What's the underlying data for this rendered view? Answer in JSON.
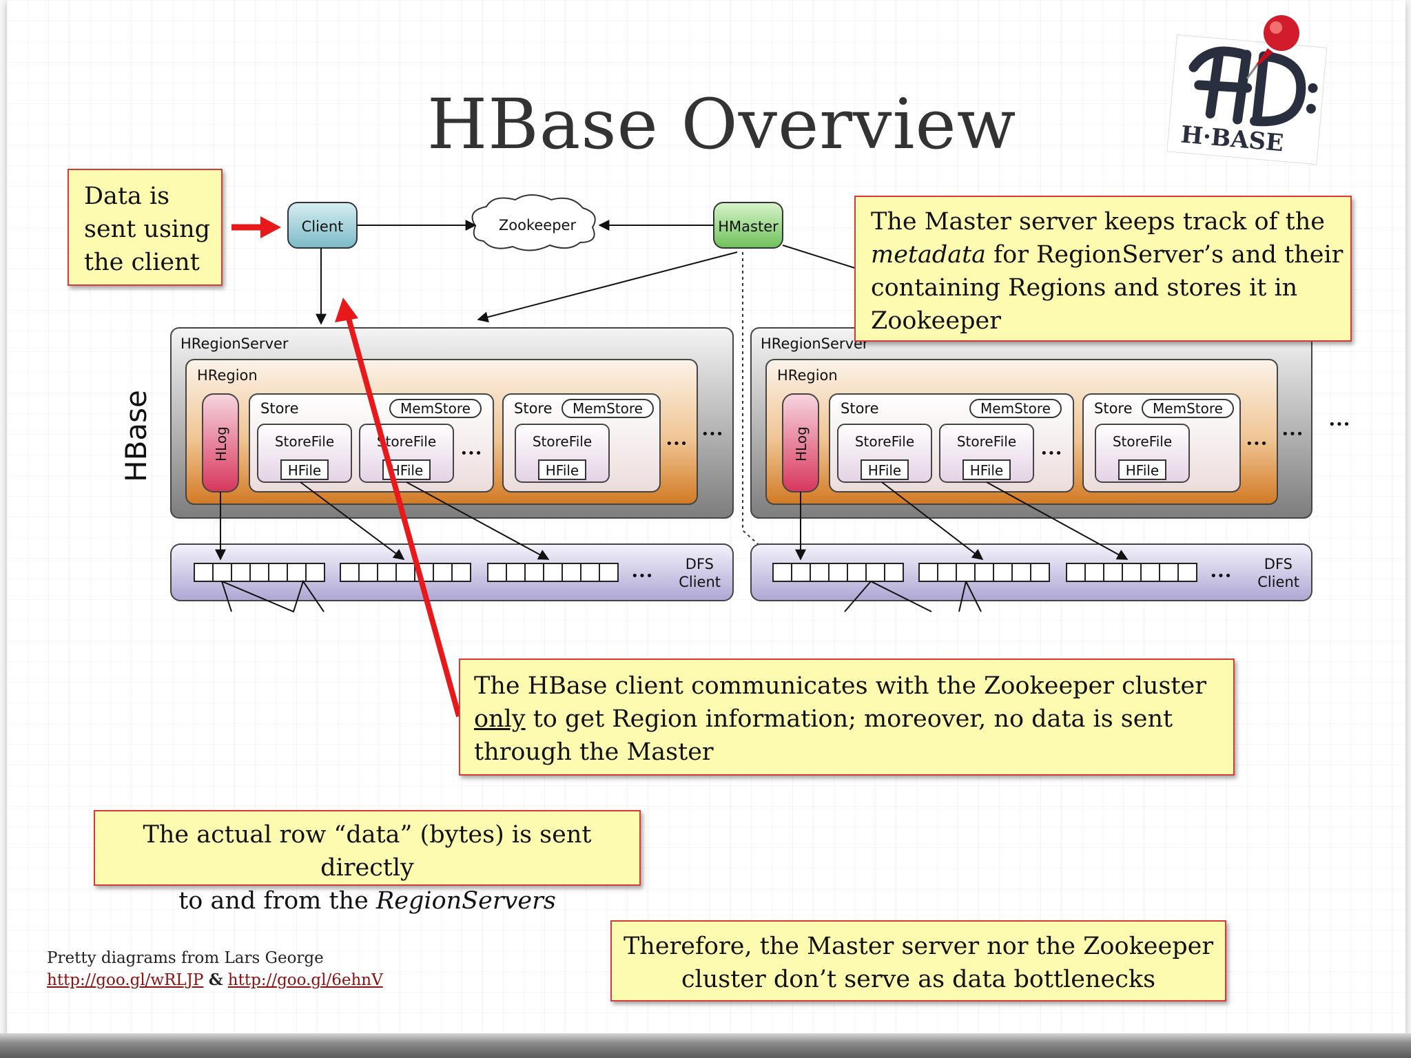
{
  "slide": {
    "title": "HBase Overview",
    "logo_text": "H·BASE",
    "credit_text": "Pretty diagrams from Lars George",
    "credit_link1": "http://goo.gl/wRLJP",
    "credit_amp": "&",
    "credit_link2": "http://goo.gl/6ehnV"
  },
  "notes": {
    "client": [
      "Data is",
      "sent using",
      "the client"
    ],
    "master": {
      "line1": "The Master server keeps track of the",
      "line2_em": "metadata",
      "line2_rest": " for RegionServer’s and their",
      "line3": "containing Regions and stores it in",
      "line4": "Zookeeper"
    },
    "zookeeper": {
      "line1": "The HBase client communicates with the Zookeeper cluster",
      "line2_u": "only",
      "line2_rest": " to get Region information; moreover, no data is sent",
      "line3": "through the Master"
    },
    "rowdata": {
      "line1": "The actual row “data” (bytes) is sent directly",
      "line2_pre": "to and from the ",
      "line2_em": "RegionServers"
    },
    "bottleneck": {
      "line1": "Therefore, the Master server nor the Zookeeper",
      "line2": "cluster don’t serve as data bottlenecks"
    }
  },
  "diagram": {
    "client": "Client",
    "zookeeper": "Zookeeper",
    "hmaster": "HMaster",
    "hbase": "HBase",
    "region_server": "HRegionServer",
    "region": "HRegion",
    "hlog": "HLog",
    "store": "Store",
    "memstore": "MemStore",
    "storefile": "StoreFile",
    "hfile": "HFile",
    "dfs_line1": "DFS",
    "dfs_line2": "Client",
    "ellipsis": "•••"
  },
  "colors": {
    "note_bg": "#fdfbb0",
    "note_border": "#d83a3a",
    "arrow_red": "#e8191a",
    "client_box": "#8fc8d3",
    "hmaster_box": "#8fd27a",
    "server_gray": "#8c8c8c",
    "region_orange": "#e08a30",
    "dfs_purple": "#c2bbdf",
    "hlog_red": "#d8486a"
  }
}
